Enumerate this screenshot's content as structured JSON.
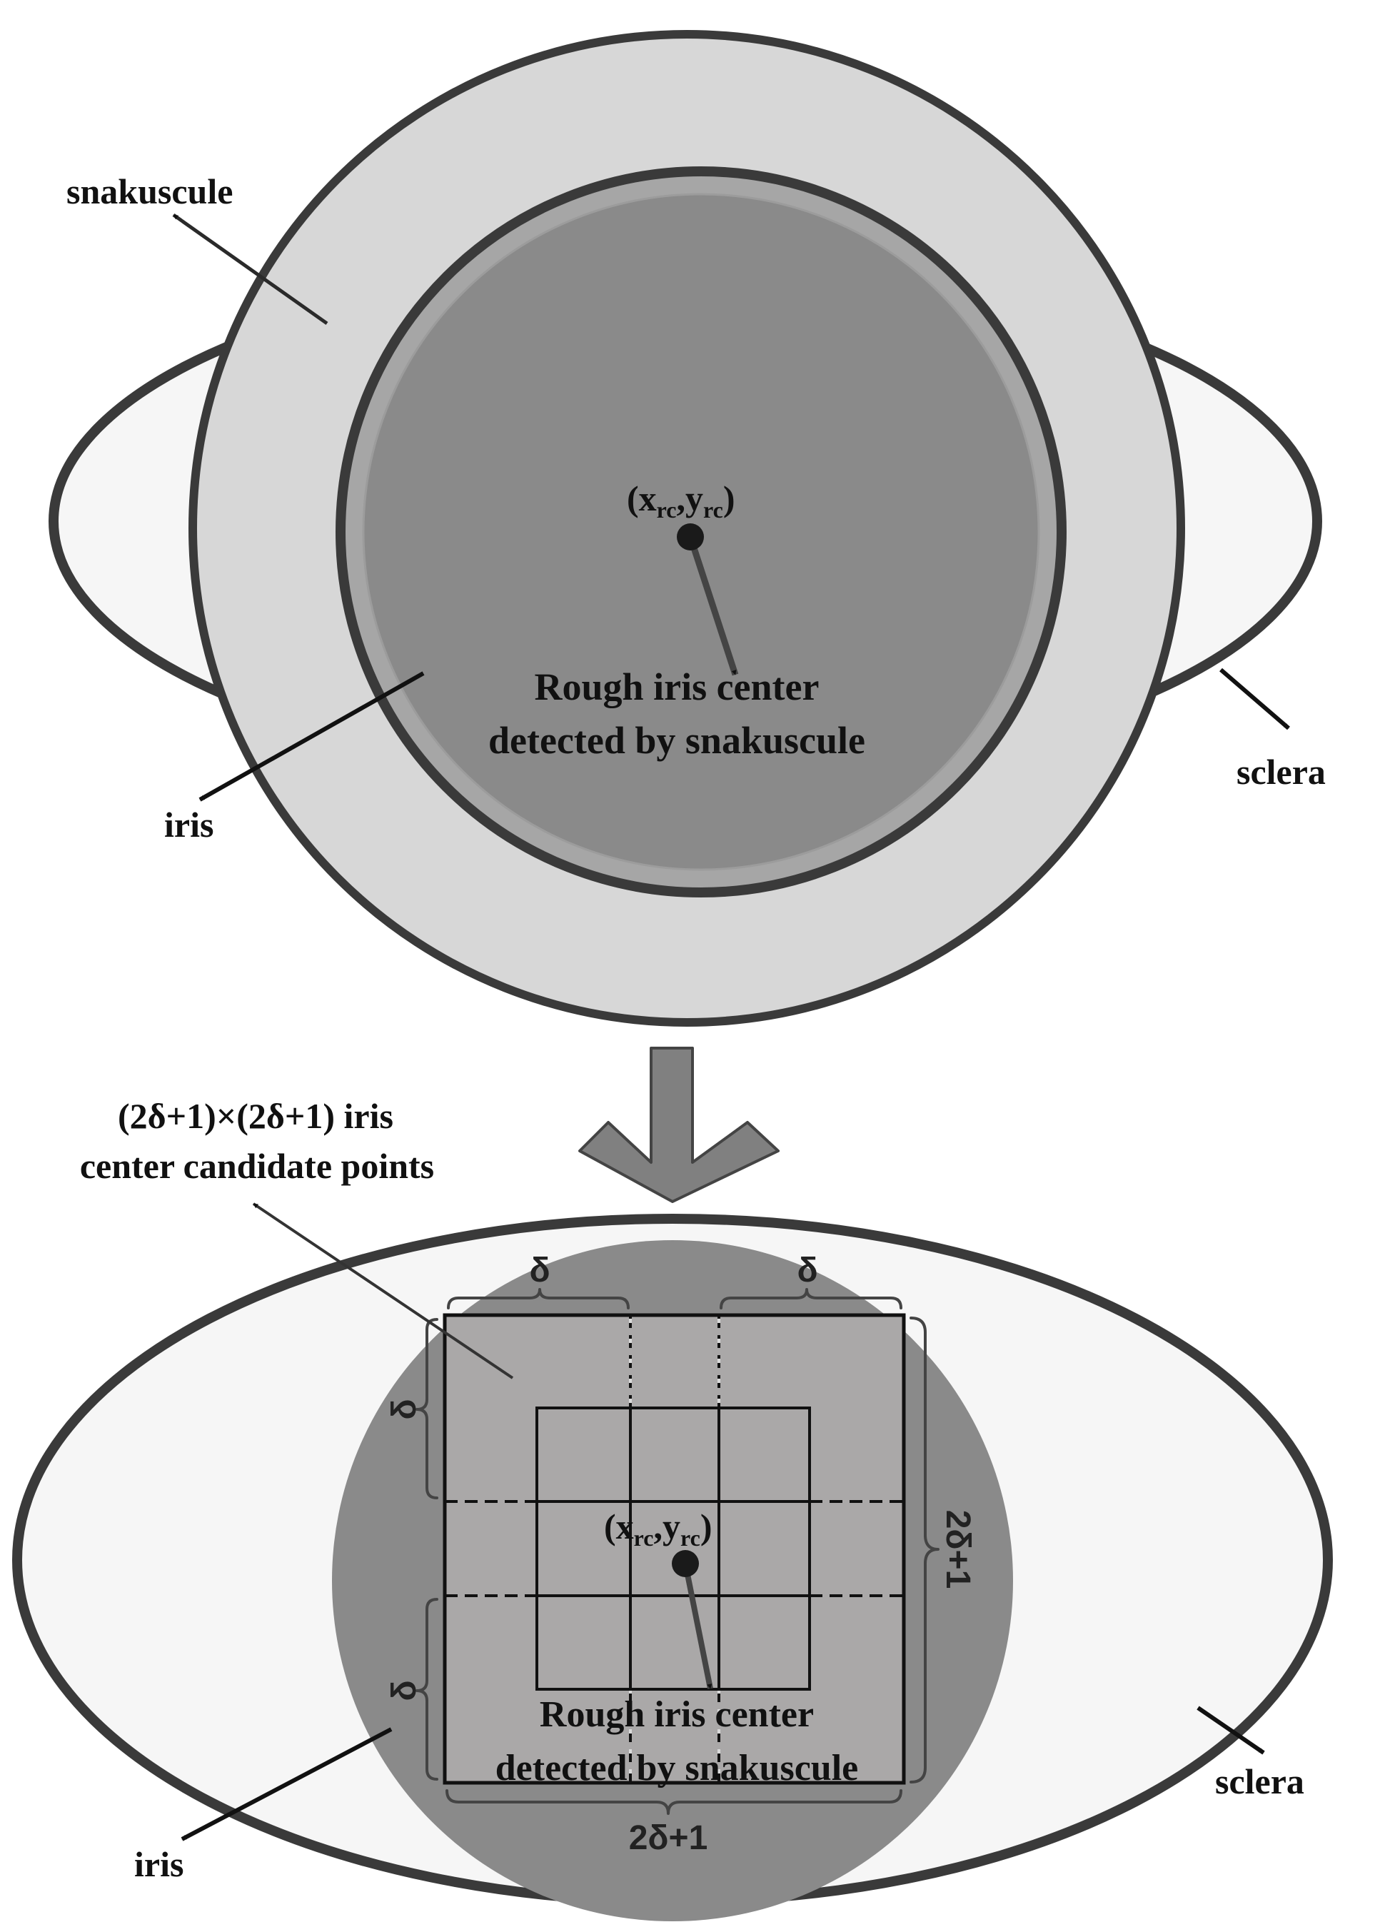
{
  "colors": {
    "outline": "#3a3a3a",
    "snakuscule_ring": "#d7d7d7",
    "iris": "#8a8a8a",
    "iris_rim": "#a6a6a6",
    "sclera": "#f6f6f6",
    "candidate_region": "#aaa8a8",
    "center_dot": "#1a1a1a",
    "flow_arrow": "#808080"
  },
  "top": {
    "snakuscule_label": "snakuscule",
    "iris_label": "iris",
    "sclera_label": "sclera",
    "center_label": {
      "open": "(x",
      "sub1": "rc",
      "comma": ",y",
      "sub2": "rc",
      "close": ")"
    },
    "caption_line1": "Rough iris center",
    "caption_line2": "detected by snakuscule"
  },
  "bottom": {
    "candidates_line1": "(2δ+1)×(2δ+1) iris",
    "candidates_line2": "center candidate points",
    "delta": "δ",
    "size_label": "2δ+1",
    "iris_label": "iris",
    "sclera_label": "sclera",
    "center_label": {
      "open": "(x",
      "sub1": "rc",
      "comma": ",y",
      "sub2": "rc",
      "close": ")"
    },
    "caption_line1": "Rough iris center",
    "caption_line2": "detected by snakuscule"
  }
}
